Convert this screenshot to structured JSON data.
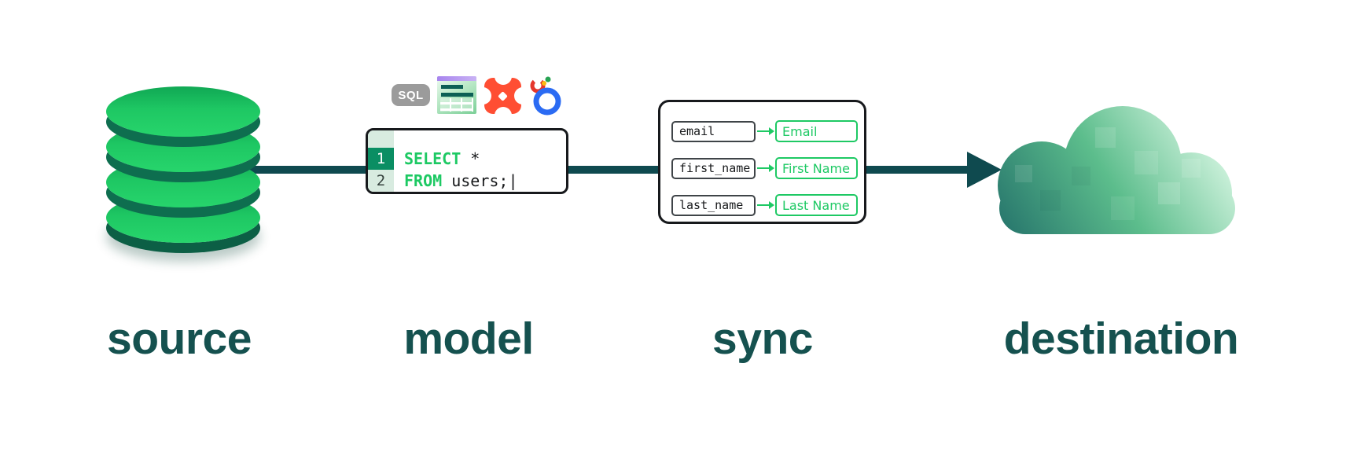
{
  "stages": [
    {
      "label": "source"
    },
    {
      "label": "model"
    },
    {
      "label": "sync"
    },
    {
      "label": "destination"
    }
  ],
  "model": {
    "sql_badge_label": "SQL",
    "code": {
      "lines": [
        {
          "number": "1",
          "keyword": "SELECT",
          "code": " *"
        },
        {
          "number": "2",
          "keyword": "FROM",
          "code": " users;"
        }
      ],
      "cursor": "|"
    }
  },
  "sync": {
    "mappings": [
      {
        "source": "email",
        "target": "Email"
      },
      {
        "source": "first_name",
        "target": "First Name"
      },
      {
        "source": "last_name",
        "target": "Last Name"
      }
    ]
  },
  "icons": [
    "sql-badge",
    "spreadsheet-icon",
    "dbt-icon",
    "looker-icon",
    "database-icon",
    "cloud-icon",
    "flow-arrow"
  ],
  "colors": {
    "bright_green": "#1ec964",
    "dark_teal_arrow": "#0f4a4f",
    "label_teal": "#15514f",
    "db_rim": "#0e6e4f",
    "active_line_green": "#0a8e63",
    "gutter_green": "#d8ebe0",
    "dbt_orange": "#ff4e33",
    "looker_blue": "#2b6bf3",
    "sheet_purple": "#a784ee",
    "badge_gray": "#9b9b9b"
  }
}
